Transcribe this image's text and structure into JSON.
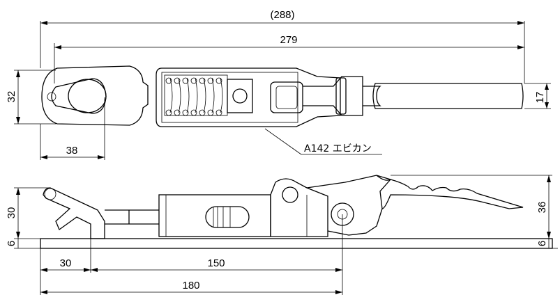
{
  "drawing": {
    "title": "",
    "top_view": {
      "overall_length": "(288)",
      "length": "279",
      "height_left": "32",
      "height_right": "17",
      "hook_offset": "38",
      "part_note": "A142 エビカン"
    },
    "side_view": {
      "height_left": "30",
      "height_right": "36",
      "base_left": "6",
      "base_right": "6",
      "dim_30": "30",
      "dim_150": "150",
      "dim_180": "180"
    }
  }
}
